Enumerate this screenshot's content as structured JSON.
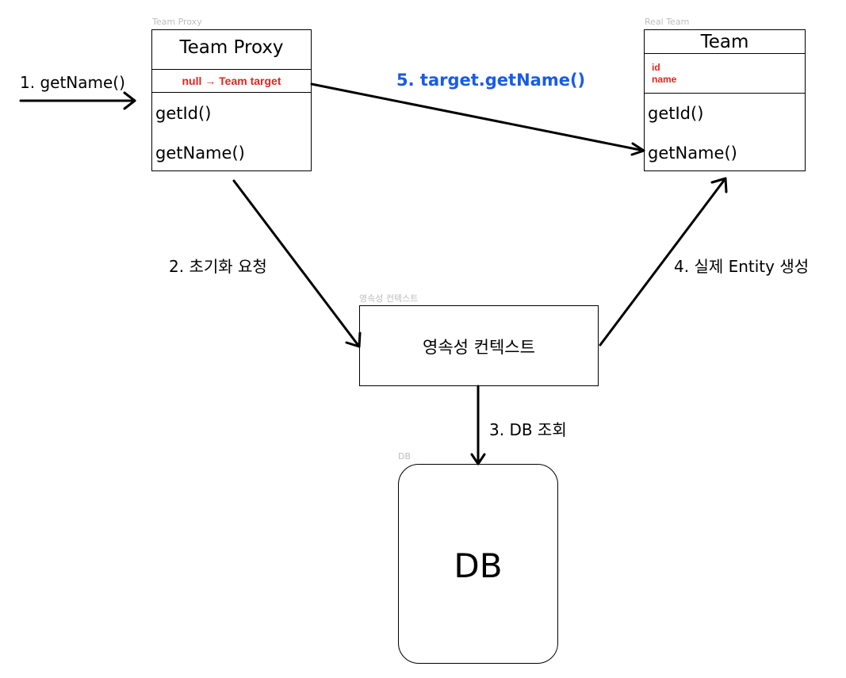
{
  "frames": {
    "proxy": "Team Proxy",
    "real": "Real Team",
    "context": "영속성 컨텍스트",
    "db": "DB"
  },
  "proxy_box": {
    "title": "Team Proxy",
    "field": "null → Team target",
    "methods": [
      "getId()",
      "getName()"
    ]
  },
  "team_box": {
    "title": "Team",
    "fields": [
      "id",
      "name"
    ],
    "methods": [
      "getId()",
      "getName()"
    ]
  },
  "context_box": {
    "label": "영속성 컨텍스트"
  },
  "db_box": {
    "label": "DB"
  },
  "steps": {
    "s1": "1. getName()",
    "s2": "2. 초기화 요청",
    "s3": "3. DB 조회",
    "s4": "4. 실제 Entity 생성",
    "s5": "5. target.getName()"
  },
  "colors": {
    "field_text": "#e1261c",
    "step5_text": "#1a5be6",
    "frame_label": "#bdbdbd"
  }
}
